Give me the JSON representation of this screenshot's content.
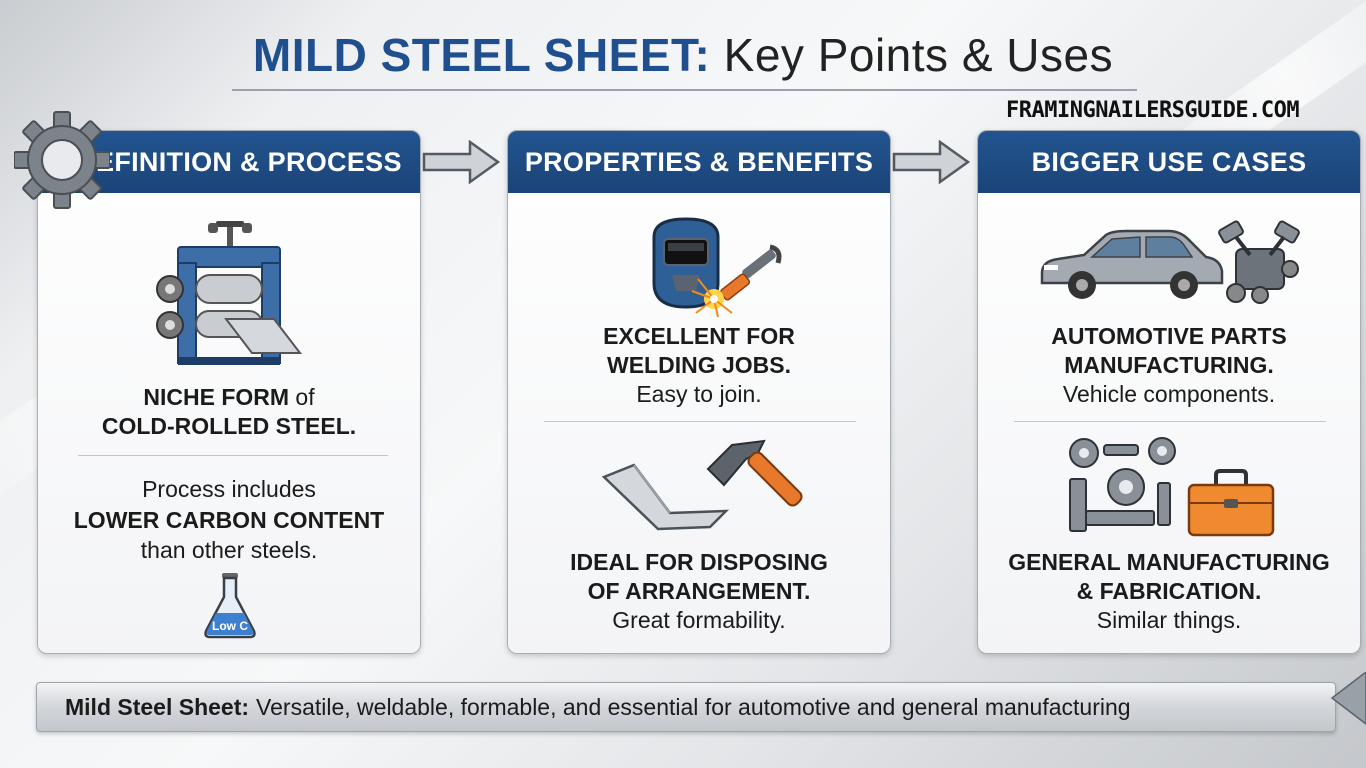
{
  "title": {
    "bold": "MILD STEEL SHEET:",
    "rest": " Key Points & Uses"
  },
  "site": "FRAMINGNAILERSGUIDE.COM",
  "panels": [
    {
      "heading": "DEFINITION & PROCESS",
      "block1": {
        "l1a": "NICHE FORM",
        "l1b": " of",
        "l2": "COLD-ROLLED STEEL."
      },
      "block2": {
        "l1": "Process includes",
        "l2": "LOWER CARBON CONTENT",
        "l3": "than other steels."
      },
      "flask_label": "Low C"
    },
    {
      "heading": "PROPERTIES & BENEFITS",
      "block1": {
        "l1": "EXCELLENT FOR",
        "l2": "WELDING JOBS.",
        "l3": "Easy to join."
      },
      "block2": {
        "l1": "IDEAL FOR DISPOSING",
        "l2": "OF ARRANGEMENT.",
        "l3": "Great formability."
      }
    },
    {
      "heading": "BIGGER USE CASES",
      "block1": {
        "l1": "AUTOMOTIVE PARTS",
        "l2": "MANUFACTURING.",
        "l3": "Vehicle components."
      },
      "block2": {
        "l1": "GENERAL MANUFACTURING",
        "l2": "& FABRICATION.",
        "l3": "Similar things."
      }
    }
  ],
  "banner": {
    "bold": "Mild Steel Sheet:",
    "rest": "Versatile, weldable, formable, and essential for automotive and general manufacturing"
  },
  "colors": {
    "brand_blue": "#1f4f8f",
    "header_blue": "#1a4478",
    "accent_orange": "#e8782a"
  },
  "icons": [
    "gear-icon",
    "rolling-mill-icon",
    "flask-icon",
    "welding-mask-icon",
    "welding-torch-icon",
    "bent-sheet-icon",
    "hammer-icon",
    "car-icon",
    "engine-icon",
    "machine-parts-icon",
    "toolbox-icon",
    "arrow-right-icon"
  ]
}
